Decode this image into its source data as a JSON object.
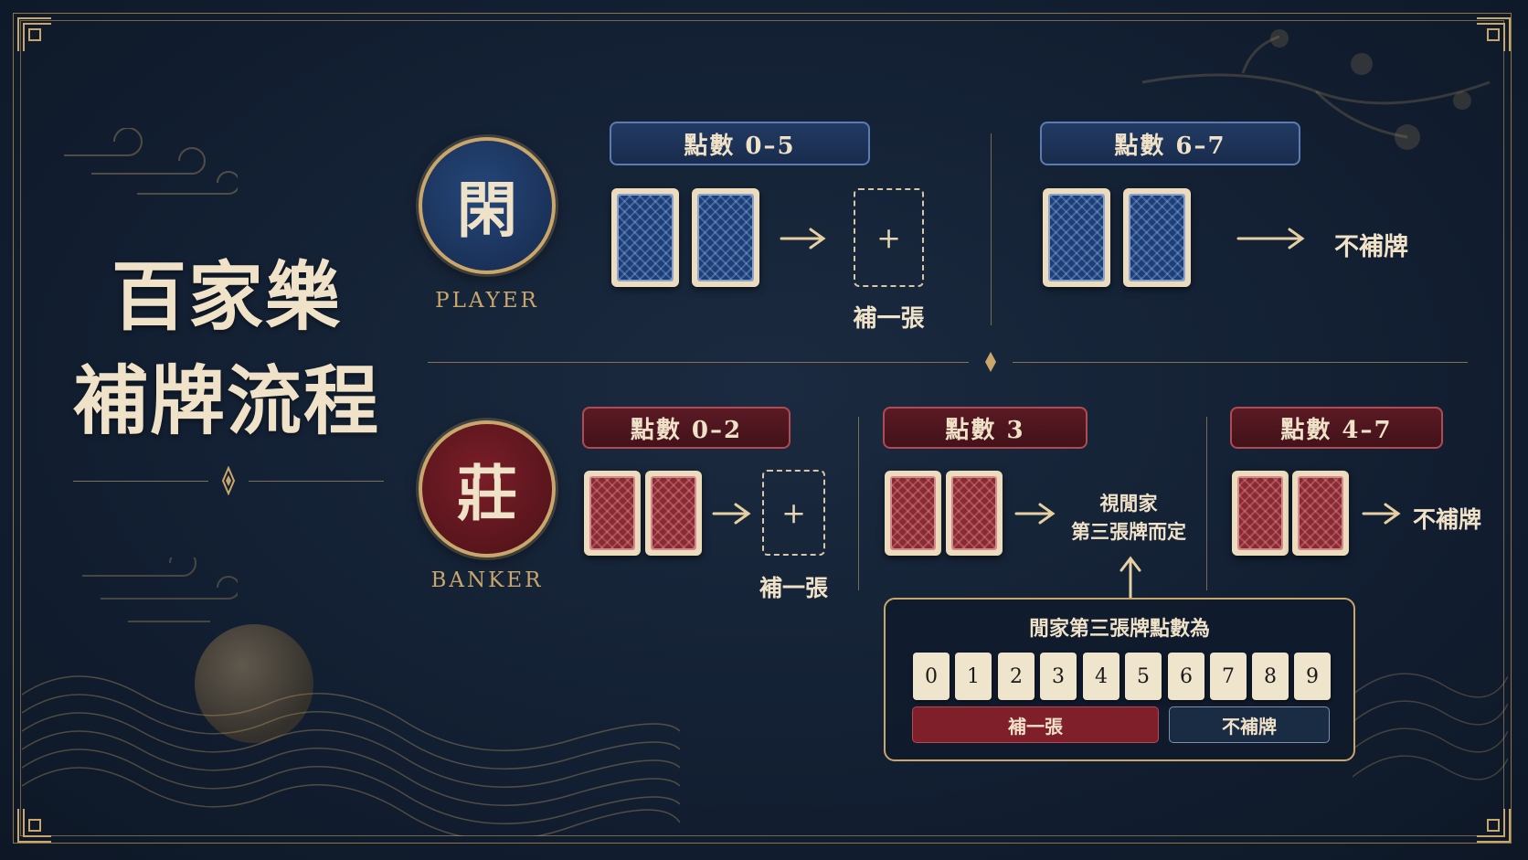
{
  "title": {
    "line1": "百家樂",
    "line2": "補牌流程"
  },
  "player": {
    "badge": "閑",
    "label": "PLAYER",
    "rule_draw": {
      "points": "點數 0–5",
      "action": "補一張",
      "slot_symbol": "+"
    },
    "rule_stand": {
      "points": "點數 6–7",
      "action": "不補牌"
    }
  },
  "banker": {
    "badge": "莊",
    "label": "BANKER",
    "rule_draw": {
      "points": "點數 0–2",
      "action": "補一張",
      "slot_symbol": "+"
    },
    "rule_depends": {
      "points": "點數 3",
      "action_line1": "視閒家",
      "action_line2": "第三張牌而定"
    },
    "rule_stand": {
      "points": "點數 4–7",
      "action": "不補牌"
    }
  },
  "third_card_panel": {
    "title": "閒家第三張牌點數為",
    "digits": [
      "0",
      "1",
      "2",
      "3",
      "4",
      "5",
      "6",
      "7",
      "8",
      "9"
    ],
    "draw_label": "補一張",
    "stand_label": "不補牌"
  },
  "colors": {
    "background": "#132033",
    "gold": "#c9a66b",
    "player_blue": "#1d3f78",
    "banker_red": "#8a2a33",
    "cream": "#efe2c8"
  },
  "icons": [
    "arrow-right-icon",
    "arrow-up-icon",
    "diamond-ornament-icon",
    "corner-ornament-icon",
    "cloud-ornament-icon",
    "moon-ornament-icon",
    "wave-ornament-icon",
    "plum-blossom-ornament-icon"
  ]
}
